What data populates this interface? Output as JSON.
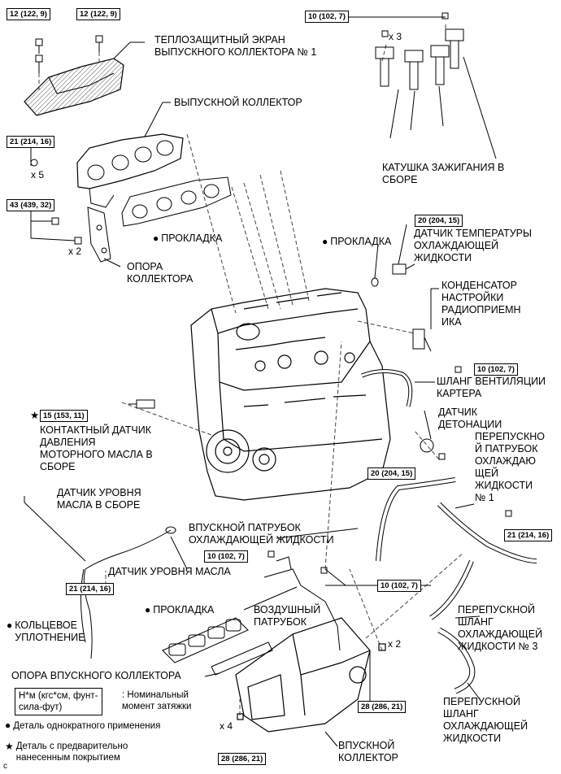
{
  "labels": {
    "heat_insulator": "ТЕПЛОЗАЩИТНЫЙ ЭКРАН\nВЫПУСКНОГО КОЛЛЕКТОРА № 1",
    "exhaust_manifold": "ВЫПУСКНОЙ КОЛЛЕКТОР",
    "gasket_exhaust": "ПРОКЛАДКА",
    "manifold_stay": "ОПОРА\nКОЛЛЕКТОРА",
    "ignition_coil": "КАТУШКА ЗАЖИГАНИЯ В\nСБОРЕ",
    "gasket_sensor": "ПРОКЛАДКА",
    "coolant_temp_sensor": "ДАТЧИК ТЕМПЕРАТУРЫ\nОХЛАЖДАЮЩЕЙ\nЖИДКОСТИ",
    "noise_filter": "КОНДЕНСАТОР\nНАСТРОЙКИ\nРАДИОПРИЕМН\nИКА",
    "ventilation_hose": "ШЛАНГ ВЕНТИЛЯЦИИ\nКАРТЕРА",
    "knock_sensor": "ДАТЧИК\nДЕТОНАЦИИ",
    "oil_pressure_switch": "КОНТАКТНЫЙ ДАТЧИК\nДАВЛЕНИЯ\nМОТОРНОГО МАСЛА В\nСБОРЕ",
    "bypass_pipe": "ПЕРЕПУСКНО\nЙ ПАТРУБОК\nОХЛАЖДАЮ\nЩЕЙ\nЖИДКОСТИ\n№ 1",
    "oil_level_gauge_guide": "ДАТЧИК УРОВНЯ\nМАСЛА В СБОРЕ",
    "water_inlet_pipe": "ВПУСКНОЙ ПАТРУБОК\nОХЛАЖДАЮЩЕЙ ЖИДКОСТИ",
    "oil_level_gauge": "ДАТЧИК УРОВНЯ МАСЛА",
    "gasket_intake": "ПРОКЛАДКА",
    "air_tube": "ВОЗДУШНЫЙ\nПАТРУБОК",
    "o_ring": "КОЛЬЦЕВОЕ\nУПЛОТНЕНИЕ",
    "intake_manifold_stay": "ОПОРА ВПУСКНОГО КОЛЛЕКТОРА",
    "bypass_hose_3": "ПЕРЕПУСКНОЙ\nШЛАНГ\nОХЛАЖДАЮЩЕЙ\nЖИДКОСТИ № 3",
    "bypass_hose": "ПЕРЕПУСКНОЙ\nШЛАНГ\nОХЛАЖДАЮЩЕЙ\nЖИДКОСТИ",
    "intake_manifold": "ВПУСКНОЙ\nКОЛЛЕКТОР"
  },
  "torques": {
    "t1": "12 (122, 9)",
    "t2": "12 (122, 9)",
    "t3": "10 (102, 7)",
    "t4": "21 (214, 16)",
    "t5": "43 (439, 32)",
    "t6": "20 (204, 15)",
    "t7": "10 (102, 7)",
    "t8": "15 (153, 11)",
    "t9": "20 (204, 15)",
    "t10": "21 (214, 16)",
    "t11": "10 (102, 7)",
    "t12": "10 (102, 7)",
    "t13": "21 (214, 16)",
    "t14": "28 (286, 21)",
    "t15": "28 (286, 21)"
  },
  "quantities": {
    "q_coil": "x 3",
    "q_exhaust": "x 5",
    "q_stay": "x 2",
    "q_intake_nut": "x 2",
    "q_intake_bolt": "x 4"
  },
  "symbols": {
    "bullet": "●",
    "star": "★"
  },
  "legend": {
    "torque_unit": "Н*м (кгс*см, фунт-\nсила-фут)",
    "torque_desc": ": Номинальный\nмомент затяжки",
    "non_reusable": "Деталь однократного применения",
    "precoated": "Деталь с предварительно\nнанесенным покрытием"
  },
  "corner_mark": "c"
}
